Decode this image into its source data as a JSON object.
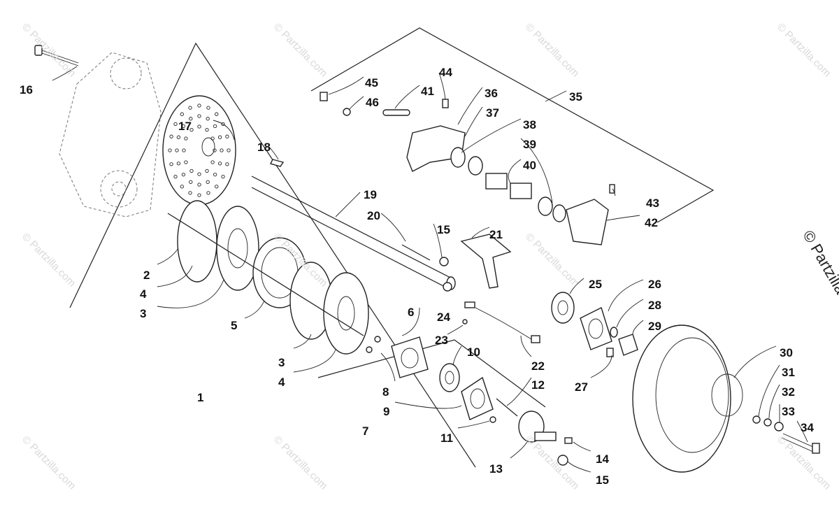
{
  "diagram": {
    "watermark_text": "© Partzilla.com",
    "side_watermark_text": "© Partzilla",
    "labels": [
      "1",
      "2",
      "3",
      "3",
      "4",
      "4",
      "5",
      "6",
      "7",
      "8",
      "9",
      "10",
      "11",
      "12",
      "13",
      "14",
      "15",
      "15",
      "16",
      "17",
      "18",
      "19",
      "20",
      "21",
      "22",
      "23",
      "24",
      "25",
      "26",
      "27",
      "28",
      "29",
      "30",
      "31",
      "32",
      "33",
      "34",
      "35",
      "36",
      "37",
      "38",
      "39",
      "40",
      "41",
      "42",
      "43",
      "44",
      "45",
      "46"
    ]
  }
}
